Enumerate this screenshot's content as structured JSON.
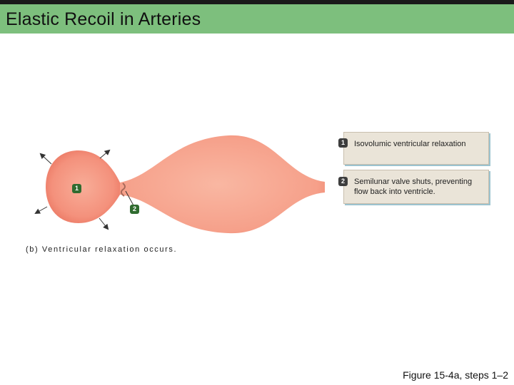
{
  "header": {
    "title": "Elastic Recoil in Arteries"
  },
  "steps": [
    {
      "number": "1",
      "text": "Isovolumic ventricular relaxation"
    },
    {
      "number": "2",
      "text": "Semilunar valve shuts, preventing flow back into ventricle."
    }
  ],
  "diagram_markers": {
    "heart": "1",
    "valve": "2"
  },
  "caption": {
    "part": "(b) Ventricular relaxation occurs.",
    "figure": "Figure 15-4a, steps 1–2"
  },
  "colors": {
    "title_bar": "#7dbf7d",
    "ventricle_fill": "#f4917c",
    "artery_fill": "#f6a08a",
    "callout_bg": "#eae4d8",
    "callout_shadow": "#9cc3cf"
  }
}
